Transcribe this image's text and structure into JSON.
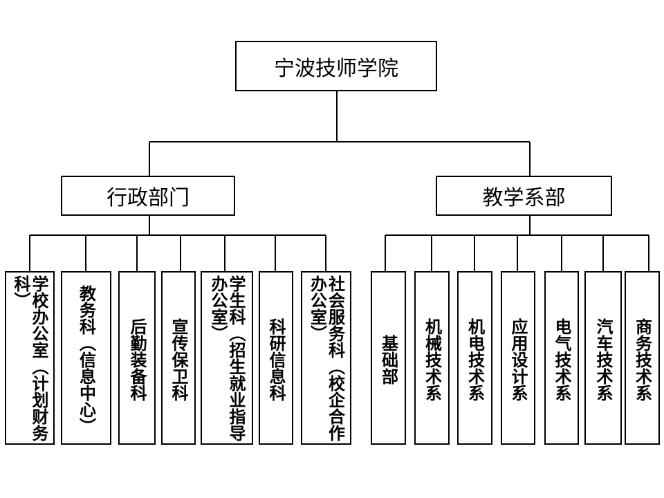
{
  "root": {
    "label": "宁波技师学院"
  },
  "branches": [
    {
      "label": "行政部门",
      "children": [
        "学校办公室（计划财务科）",
        "教务科（信息中心）",
        "后勤装备科",
        "宣传保卫科",
        "学生科（招生就业指导办公室）",
        "科研信息科",
        "社会服务科（校企合作办公室）"
      ]
    },
    {
      "label": "教学系部",
      "children": [
        "基础部",
        "机械技术系",
        "机电技术系",
        "应用设计系",
        "电气技术系",
        "汽车技术系",
        "商务技术系"
      ]
    }
  ]
}
